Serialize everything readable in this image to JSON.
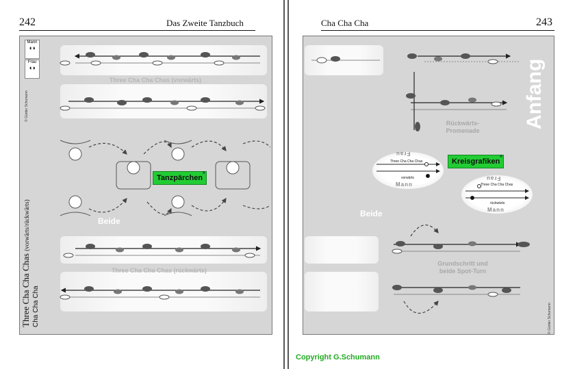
{
  "left_page": {
    "page_number": "242",
    "header_title": "Das Zweite Tanzbuch",
    "legend": {
      "man": "Mann",
      "woman": "Frau"
    },
    "side_title": "Three Cha Cha Chas",
    "side_title_suffix": "(vorwärts/rückwärts)",
    "side_subtitle": "Cha Cha Cha",
    "side_copyright": "© Günter Schumann",
    "strip_forward_label": "Three Cha Cha Chas (vorwärts)",
    "strip_backward_label": "Three Cha Cha Chas (rückwärts)",
    "both_label": "Beide",
    "tag_label": "Tanzpärchen"
  },
  "right_page": {
    "page_number": "243",
    "header_title": "Cha Cha Cha",
    "vertical_title": "Anfang",
    "promenade_label": "Rückwärts-\nPromenade",
    "tag_label": "Kreisgrafiken",
    "circle_forward": {
      "woman": "Frau",
      "title": "Three Cha Cha Chas",
      "direction": "vorwärts",
      "man": "Mann"
    },
    "circle_backward": {
      "woman": "Frau",
      "title": "Three Cha Cha Chas",
      "direction": "rückwärts",
      "man": "Mann"
    },
    "both_label": "Beide",
    "basic_label": "Grundschritt und\nbeide Spot-Turn",
    "side_copyright": "© Günter Schumann"
  },
  "footer": {
    "copyright": "Copyright G.Schumann"
  },
  "colors": {
    "tag_green": "#22cc33",
    "copyright_green": "#22aa22",
    "panel_grey": "#d6d6d6"
  },
  "icons": [
    "footprint-icon",
    "close-icon",
    "arrow-icon"
  ]
}
